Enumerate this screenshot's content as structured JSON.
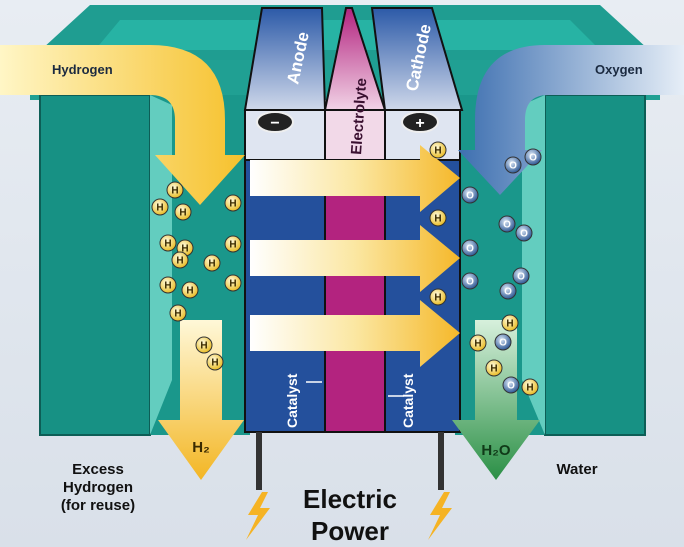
{
  "title": "Fuel cell diagram",
  "inputs": {
    "hydrogen": "Hydrogen",
    "oxygen": "Oxygen"
  },
  "layers": {
    "anode": "Anode",
    "electrolyte": "Electrolyte",
    "cathode": "Cathode",
    "catalyst_left": "Catalyst",
    "catalyst_right": "Catalyst"
  },
  "terminals": {
    "anode_symbol": "−",
    "cathode_symbol": "+"
  },
  "outputs": {
    "h2": "H₂",
    "h2o": "H₂O",
    "excess_line1": "Excess",
    "excess_line2": "Hydrogen",
    "excess_line3": "(for reuse)",
    "water": "Water",
    "power_line1": "Electric",
    "power_line2": "Power"
  },
  "molecules": {
    "hydrogen_atom": "H",
    "oxygen_atom": "O"
  },
  "colors": {
    "teal": "#1b9c90",
    "anode_blue": "#24509c",
    "electrolyte": "#b3237f",
    "yellow": "#f7c52a",
    "green": "#2e9a4a",
    "oxygen_blue": "#2f5f9e"
  }
}
